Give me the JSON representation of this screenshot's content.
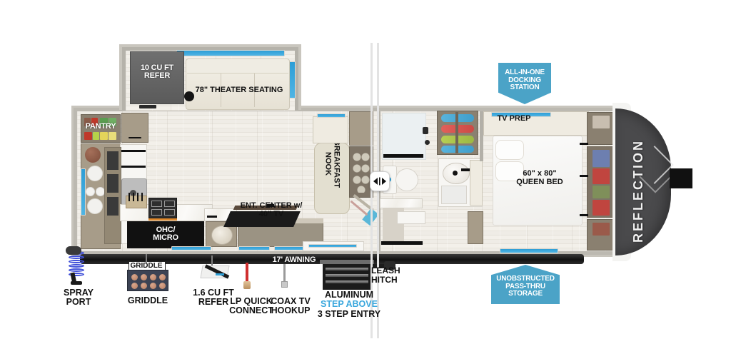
{
  "brand": {
    "name": "REFLECTION"
  },
  "interior_labels": {
    "refer": "10 CU FT\nREFER",
    "theater_seating": "78\" THEATER SEATING",
    "pantry": "PANTRY",
    "ohc_micro": "OHC/\nMICRO",
    "ent_center": "ENT. CENTER w/\n40\" TV",
    "breakfast_nook": "BREAKFAST\nNOOK",
    "tv_prep": "TV PREP",
    "queen_bed": "60\" x 80\"\nQUEEN BED"
  },
  "badges": [
    {
      "id": "all-in-one-docking-station",
      "text": "ALL-IN-ONE\nDOCKING\nSTATION",
      "color": "#4ba3c7",
      "shape": "point-down"
    },
    {
      "id": "unobstructed-pass-thru-storage",
      "text": "UNOBSTRUCTED\nPASS-THRU\nSTORAGE",
      "color": "#4ba3c7",
      "shape": "point-up"
    }
  ],
  "awning": {
    "label": "17' AWNING"
  },
  "exterior_callouts": [
    {
      "id": "spray-port",
      "text": "SPRAY\nPORT"
    },
    {
      "id": "griddle",
      "text": "GRIDDLE"
    },
    {
      "id": "refer-1-6",
      "text": "1.6 CU FT\nREFER"
    },
    {
      "id": "lp-quick-connect",
      "text": "LP QUICK\nCONNECT"
    },
    {
      "id": "coax-tv-hookup",
      "text": "COAX TV\nHOOKUP"
    },
    {
      "id": "leash-hitch",
      "text": "LEASH\nHITCH"
    }
  ],
  "entry_step": {
    "line1": "ALUMINUM",
    "line2": "STEP ABOVE",
    "line3": "3 STEP ENTRY",
    "line2_color": "#3aa7dd"
  },
  "griddle_tag": {
    "text": "GRIDDLE"
  },
  "divider_handle": {
    "icon": "horizontal-resize-icon"
  },
  "colors": {
    "accent_blue": "#4ba3c7",
    "window_blue": "#2f9fd6",
    "step_above_blue": "#3aa7dd",
    "rear_cap": "#4a4a4c",
    "floor": "#efece6",
    "cabinet": "#8a8070"
  }
}
